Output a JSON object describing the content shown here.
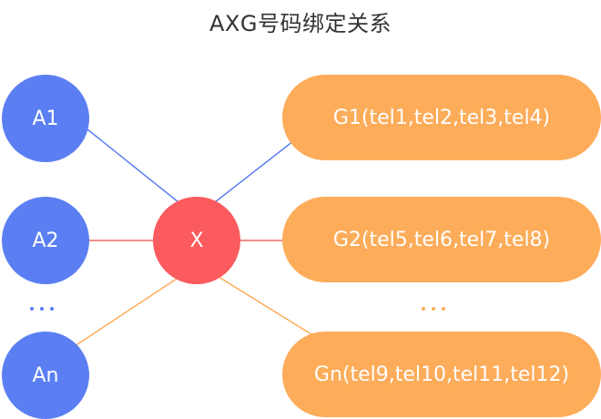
{
  "diagram": {
    "title": "AXG号码绑定关系",
    "left_nodes": [
      {
        "id": "A1",
        "label": "A1"
      },
      {
        "id": "A2",
        "label": "A2"
      },
      {
        "id": "An",
        "label": "An"
      }
    ],
    "center_node": {
      "id": "X",
      "label": "X"
    },
    "right_nodes": [
      {
        "id": "G1",
        "label": "G1(tel1,tel2,tel3,tel4)"
      },
      {
        "id": "G2",
        "label": "G2(tel5,tel6,tel7,tel8)"
      },
      {
        "id": "Gn",
        "label": "Gn(tel9,tel10,tel11,tel12)"
      }
    ],
    "edges": [
      {
        "from": "A1",
        "to": "X",
        "color": "#5b7ff2"
      },
      {
        "from": "X",
        "to": "G1",
        "color": "#5b7ff2"
      },
      {
        "from": "A2",
        "to": "X",
        "color": "#f06a66"
      },
      {
        "from": "X",
        "to": "G2",
        "color": "#f06a66"
      },
      {
        "from": "An",
        "to": "X",
        "color": "#fdac5a"
      },
      {
        "from": "X",
        "to": "Gn",
        "color": "#fdac5a"
      }
    ],
    "colors": {
      "a_node": "#5b7ff2",
      "x_node": "#fb5b5e",
      "g_node": "#fdac5a",
      "title_text": "#333333"
    }
  }
}
